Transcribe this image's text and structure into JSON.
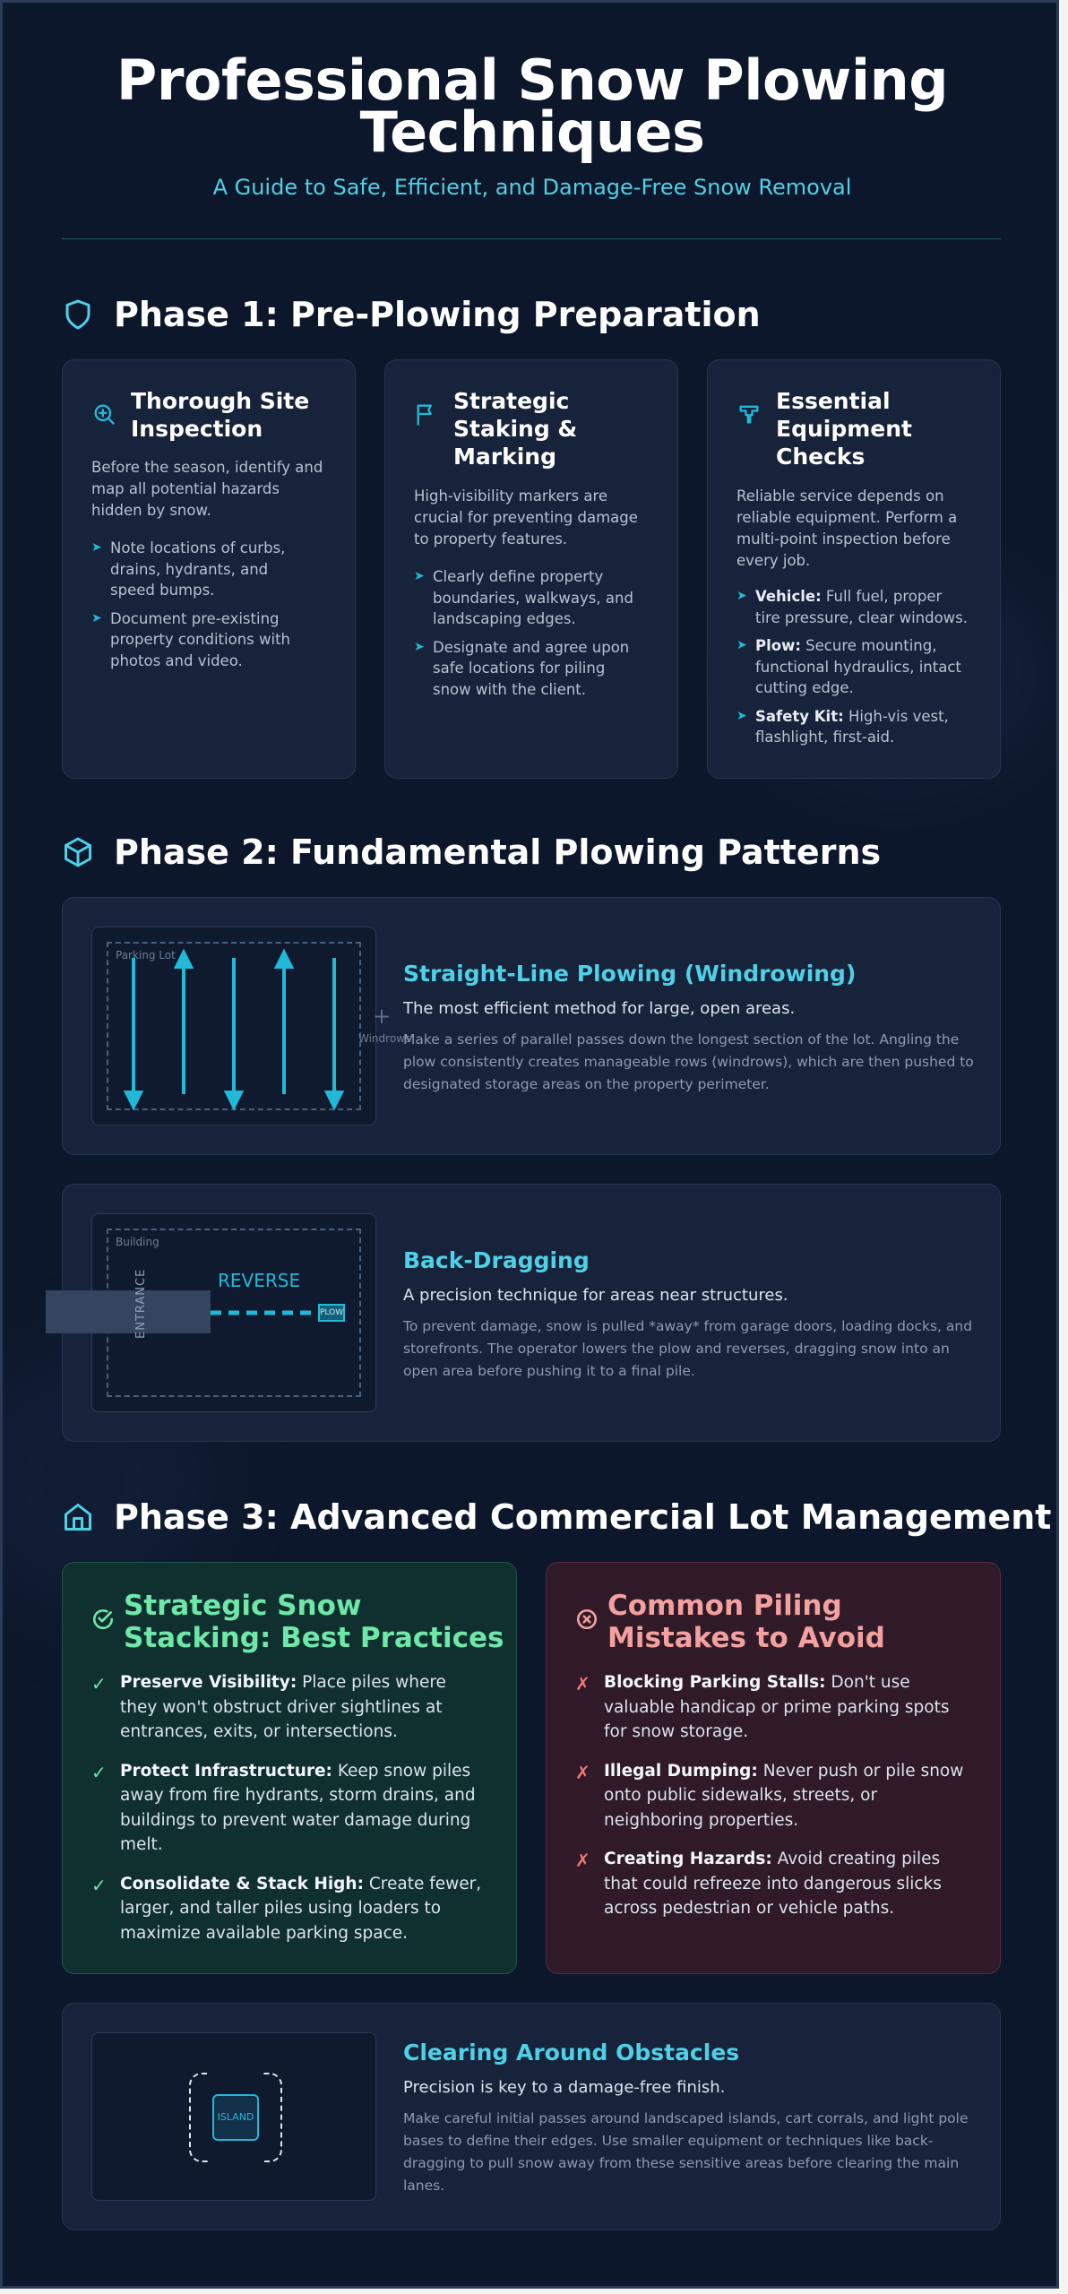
{
  "header": {
    "title_line1": "Professional Snow Plowing",
    "title_line2": "Techniques",
    "subtitle": "A Guide to Safe, Efficient, and Damage-Free Snow Removal"
  },
  "phase1": {
    "title": "Phase 1: Pre-Plowing Preparation",
    "icon": "shield-icon",
    "cards": [
      {
        "icon": "search-plus-icon",
        "title_l1": "Thorough Site",
        "title_l2": "Inspection",
        "intro": "Before the season, identify and map all potential hazards hidden by snow.",
        "items": [
          {
            "bold": "",
            "text": "Note locations of curbs, drains, hydrants, and speed bumps."
          },
          {
            "bold": "",
            "text": "Document pre-existing property conditions with photos and video."
          }
        ]
      },
      {
        "icon": "flag-icon",
        "title_l1": "Strategic",
        "title_l2": "Staking &",
        "title_l3": "Marking",
        "intro": "High-visibility markers are crucial for preventing damage to property features.",
        "items": [
          {
            "bold": "",
            "text": "Clearly define property boundaries, walkways, and landscaping edges."
          },
          {
            "bold": "",
            "text": "Designate and agree upon safe locations for piling snow with the client."
          }
        ]
      },
      {
        "icon": "wrench-icon",
        "title_l1": "Essential",
        "title_l2": "Equipment",
        "title_l3": "Checks",
        "intro": "Reliable service depends on reliable equipment. Perform a multi-point inspection before every job.",
        "items": [
          {
            "bold": "Vehicle:",
            "text": " Full fuel, proper tire pressure, clear windows."
          },
          {
            "bold": "Plow:",
            "text": " Secure mounting, functional hydraulics, intact cutting edge."
          },
          {
            "bold": "Safety Kit:",
            "text": " High-vis vest, flashlight, first-aid."
          }
        ]
      }
    ]
  },
  "phase2": {
    "title": "Phase 2: Fundamental Plowing Patterns",
    "icon": "cube-icon",
    "patterns": [
      {
        "diagram_label": "Parking Lot",
        "side_label": "Windrows",
        "title": "Straight-Line Plowing (Windrowing)",
        "lead": "The most efficient method for large, open areas.",
        "desc": "Make a series of parallel passes down the longest section of the lot. Angling the plow consistently creates manageable rows (windrows), which are then pushed to designated storage areas on the property perimeter."
      },
      {
        "diagram_label": "Building",
        "entrance_label": "ENTRANCE",
        "reverse_label": "REVERSE",
        "plow_label": "PLOW",
        "title": "Back-Dragging",
        "lead": "A precision technique for areas near structures.",
        "desc": "To prevent damage, snow is pulled *away* from garage doors, loading docks, and storefronts. The operator lowers the plow and reverses, dragging snow into an open area before pushing it to a final pile."
      }
    ]
  },
  "phase3": {
    "title": "Phase 3: Advanced Commercial Lot Management",
    "icon": "home-icon",
    "best": {
      "title_l1": "Strategic Snow",
      "title_l2": "Stacking: Best Practices",
      "color": "#6ee7a8",
      "items": [
        {
          "bold": "Preserve Visibility:",
          "text": " Place piles where they won't obstruct driver sightlines at entrances, exits, or intersections."
        },
        {
          "bold": "Protect Infrastructure:",
          "text": " Keep snow piles away from fire hydrants, storm drains, and buildings to prevent water damage during melt."
        },
        {
          "bold": "Consolidate & Stack High:",
          "text": " Create fewer, larger, and taller piles using loaders to maximize available parking space."
        }
      ]
    },
    "mistakes": {
      "title_l1": "Common Piling",
      "title_l2": "Mistakes to Avoid",
      "color": "#f3a0a0",
      "items": [
        {
          "bold": "Blocking Parking Stalls:",
          "text": " Don't use valuable handicap or prime parking spots for snow storage."
        },
        {
          "bold": "Illegal Dumping:",
          "text": " Never push or pile snow onto public sidewalks, streets, or neighboring properties."
        },
        {
          "bold": "Creating Hazards:",
          "text": " Avoid creating piles that could refreeze into dangerous slicks across pedestrian or vehicle paths."
        }
      ]
    },
    "obstacles": {
      "island_label": "ISLAND",
      "title": "Clearing Around Obstacles",
      "lead": "Precision is key to a damage-free finish.",
      "desc": "Make careful initial passes around landscaped islands, cart corrals, and light pole bases to define their edges. Use smaller equipment or techniques like back-dragging to pull snow away from these sensitive areas before clearing the main lanes."
    }
  },
  "colors": {
    "background": "#0d172b",
    "card": "#17233a",
    "accent": "#4fd0e6",
    "arrow": "#22b8d8",
    "success": "#6ee7a8",
    "danger": "#f3a0a0"
  }
}
